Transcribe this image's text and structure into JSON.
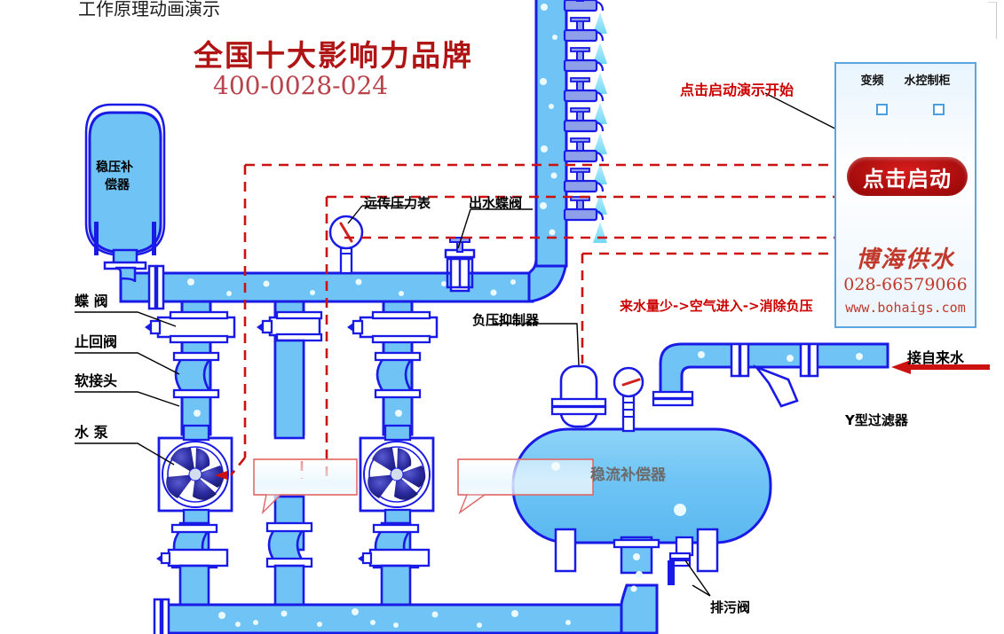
{
  "page": {
    "title": "工作原理动画演示",
    "brand_slogan": "全国十大影响力品牌",
    "brand_phone": "400-0028-024"
  },
  "panel": {
    "header_left": "变频",
    "header_right": "水控制柜",
    "start_button": "点击启动",
    "company": "博海供水",
    "tel": "028-66579066",
    "website": "www.bohaigs.com",
    "checkbox1": "checkbox-variable-frequency",
    "checkbox2": "checkbox-water-control"
  },
  "annotations": {
    "click_start_demo": "点击启动演示开始",
    "negative_pressure_flow": "来水量少->空气进入->消除负压",
    "connect_tap_water": "接自来水"
  },
  "labels": {
    "pressure_compensator": "稳压补偿器",
    "butterfly_valve": "蝶  阀",
    "check_valve": "止回阀",
    "flexible_joint": "软接头",
    "water_pump": "水   泵",
    "remote_pressure_gauge": "远传压力表",
    "outlet_butterfly_valve": "出水蝶阀",
    "negative_pressure_suppressor": "负压抑制器",
    "flow_stabilizer_tank": "稳流补偿器",
    "y_strainer": "Y型过滤器",
    "drain_valve": "排污阀"
  },
  "colors": {
    "pipe_fill": "#6fc4f5",
    "pipe_stroke": "#1a1ae6",
    "tank_fill": "#6fc4f5",
    "accent_red": "#cc0000",
    "brand_red": "#b01515",
    "button_red": "#b40c0c",
    "panel_border": "#5aa7e0",
    "spray_blue": "#8fe0f7",
    "impeller_blue": "#2a2a9e"
  },
  "diagram": {
    "riser_taps_count": 8,
    "pump_count": 2,
    "pump_impeller_blades": 5
  }
}
